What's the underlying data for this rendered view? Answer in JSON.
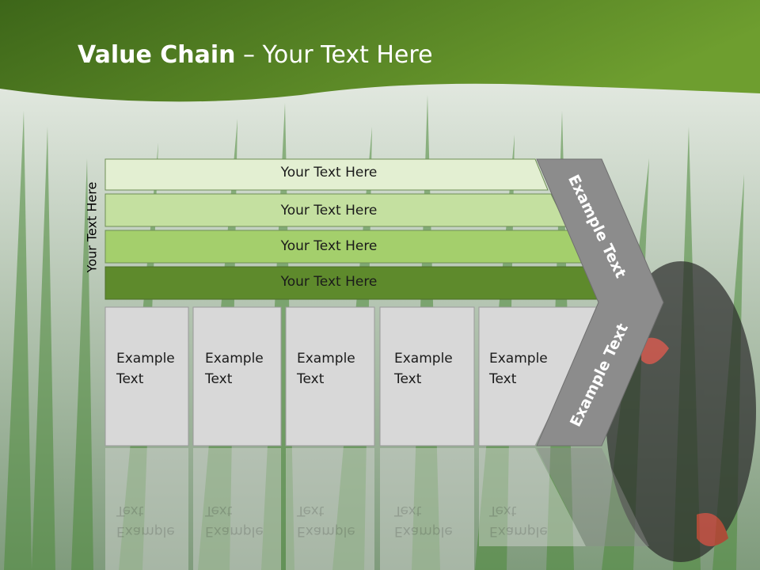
{
  "slide": {
    "title_bold": "Value Chain",
    "title_rest": " – Your Text Here",
    "side_label": "Your Text Here"
  },
  "bands": [
    {
      "label": "Your Text Here",
      "color": "#e3efd2"
    },
    {
      "label": "Your Text Here",
      "color": "#c4e0a0"
    },
    {
      "label": "Your Text Here",
      "color": "#a4cf6c"
    },
    {
      "label": "Your Text Here",
      "color": "#5e8a2c"
    }
  ],
  "boxes": [
    {
      "line1": "Example",
      "line2": "Text"
    },
    {
      "line1": "Example",
      "line2": "Text"
    },
    {
      "line1": "Example",
      "line2": "Text"
    },
    {
      "line1": "Example",
      "line2": "Text"
    },
    {
      "line1": "Example",
      "line2": "Text"
    }
  ],
  "arrow": {
    "upper_label": "Example Text",
    "lower_label": "Example Text",
    "color": "#8c8c8c"
  },
  "colors": {
    "header_dark": "#3f6a1a",
    "header_light": "#6a9a2c",
    "box_fill": "#d8d8d8"
  }
}
